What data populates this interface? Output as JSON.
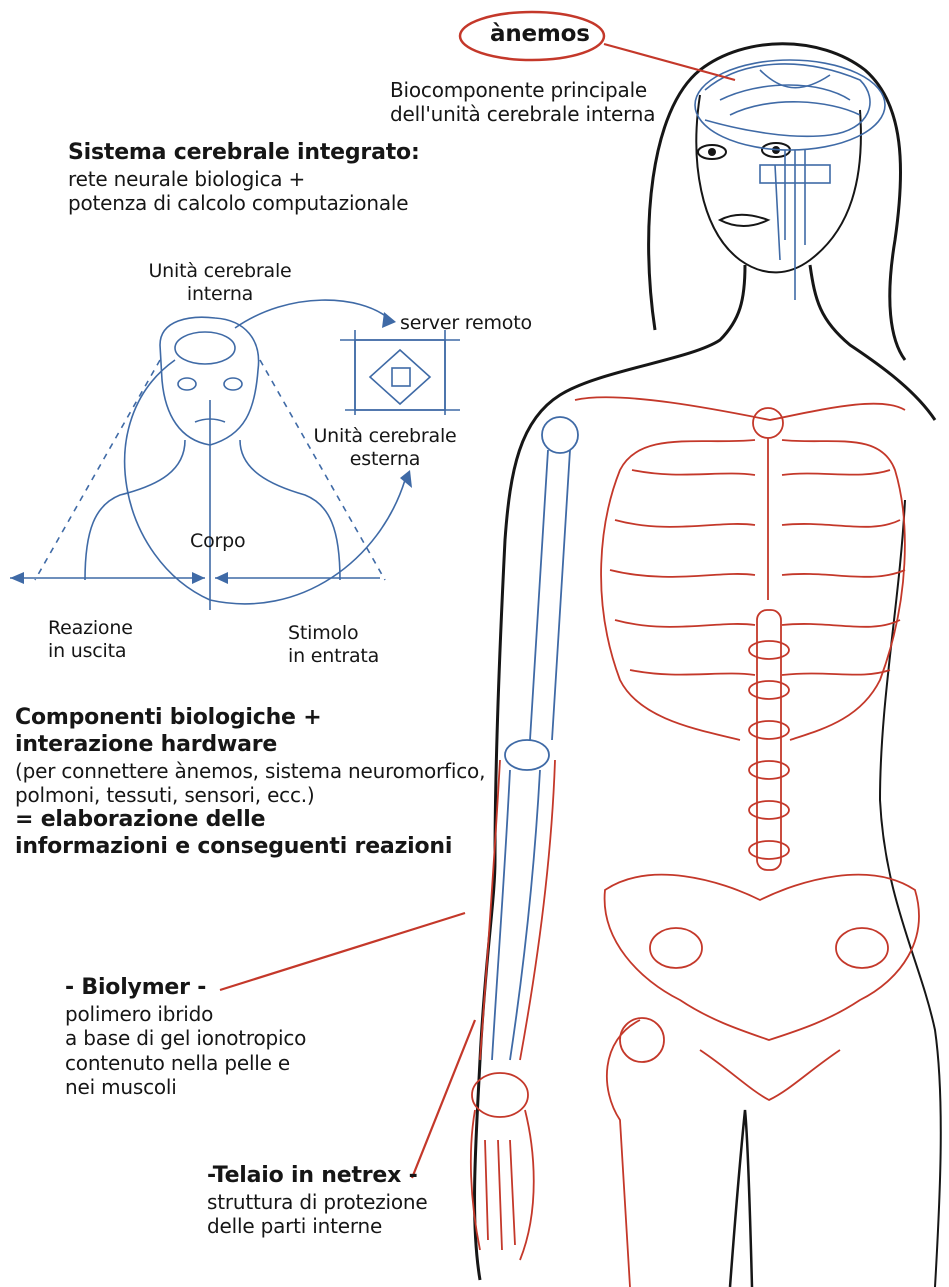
{
  "title_label": "ànemos",
  "top_caption": {
    "line1": "Biocomponente principale",
    "line2": "dell'unità cerebrale interna"
  },
  "system_block": {
    "heading": "Sistema cerebrale integrato:",
    "line1": "rete neurale biologica +",
    "line2": "potenza di calcolo computazionale"
  },
  "sketch": {
    "internal_unit": [
      "Unità cerebrale",
      "interna"
    ],
    "remote_server": "server remoto",
    "external_unit": [
      "Unità cerebrale",
      "esterna"
    ],
    "body": "Corpo",
    "output_reaction": [
      "Reazione",
      "in uscita"
    ],
    "input_stimulus": [
      "Stimolo",
      "in entrata"
    ]
  },
  "components_block": {
    "heading1": "Componenti biologiche +",
    "heading2": "interazione hardware",
    "line1": "(per connettere ànemos, sistema neuromorfico,",
    "line2": "polmoni, tessuti, sensori, ecc.)",
    "result1": "= elaborazione delle",
    "result2": "informazioni e conseguenti reazioni"
  },
  "biolymer": {
    "heading": "- Biolymer -",
    "line1": "polimero ibrido",
    "line2": "a base di gel ionotropico",
    "line3": "contenuto nella pelle e",
    "line4": "nei muscoli"
  },
  "netrex": {
    "heading": "-Telaio in netrex -",
    "line1": "struttura di protezione",
    "line2": "delle parti interne"
  },
  "colors": {
    "ink": "#161616",
    "blue_sketch": "#3f6aa6",
    "red_sketch": "#c4382a"
  }
}
